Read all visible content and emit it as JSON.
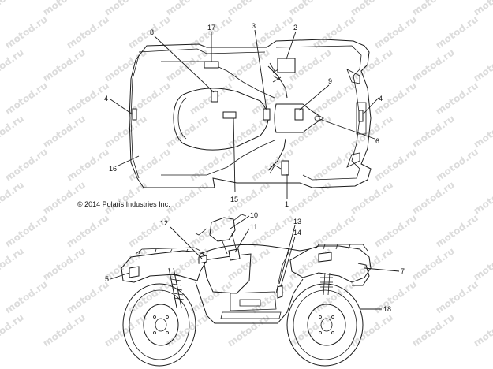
{
  "watermark": "motod.ru",
  "copyright": "© 2014 Polaris Industries Inc.",
  "callouts": {
    "c1": "1",
    "c2": "2",
    "c3": "3",
    "c4a": "4",
    "c4b": "4",
    "c5": "5",
    "c6": "6",
    "c7": "7",
    "c8": "8",
    "c9": "9",
    "c10": "10",
    "c11": "11",
    "c12": "12",
    "c13": "13",
    "c14": "14",
    "c15": "15",
    "c16": "16",
    "c17": "17",
    "c18": "18"
  }
}
